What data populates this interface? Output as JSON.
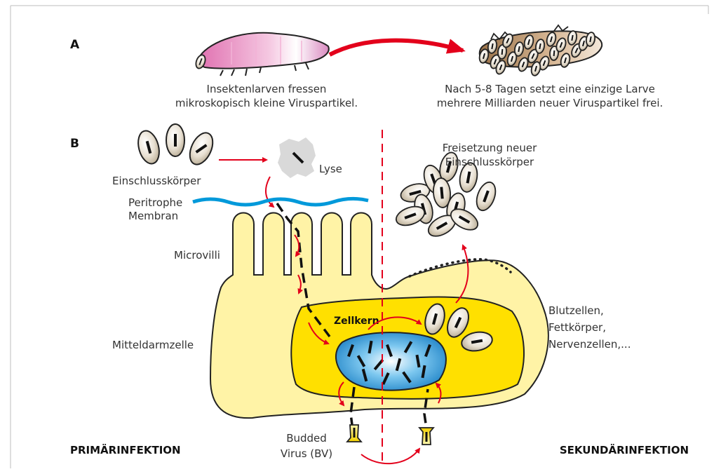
{
  "panels": {
    "a": "A",
    "b": "B"
  },
  "panel_a": {
    "caption_left": [
      "Insektenlarven fressen",
      "mikroskopisch kleine Viruspartikel."
    ],
    "caption_right": [
      "Nach 5-8 Tagen setzt eine einzige Larve",
      "mehrere Milliarden neuer Viruspartikel frei."
    ]
  },
  "panel_b": {
    "occlusion_bodies": "Einschlusskörper",
    "lysis": "Lyse",
    "peritrophic_membrane": [
      "Peritrophe",
      "Membran"
    ],
    "microvilli": "Microvilli",
    "midgut_cell": "Mitteldarmzelle",
    "nucleus": "Zellkern",
    "release": [
      "Freisetzung neuer",
      "Einschlusskörper"
    ],
    "other_cells": [
      "Blutzellen,",
      "Fettkörper,",
      "Nervenzellen,..."
    ],
    "budded_virus": [
      "Budded",
      "Virus (BV)"
    ],
    "primary_infection": "PRIMÄRINFEKTION",
    "secondary_infection": "SEKUNDÄRINFEKTION"
  },
  "colors": {
    "arrow_red": "#e3001b",
    "membrane_blue": "#0099da",
    "cell_yellow": "#fff3a6",
    "nucleus_zone_yellow": "#ffe000",
    "nucleus_blue": "#1a92d4",
    "larva_pink": "#e58bc0",
    "larva_brown": "#b38a5e",
    "occlusion_body": "#d6cdbd"
  }
}
